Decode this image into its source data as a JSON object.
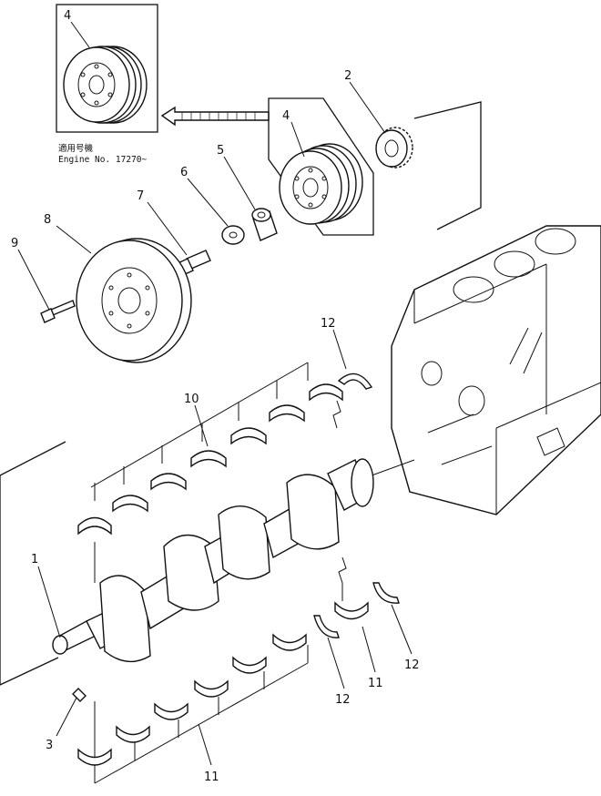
{
  "labels": {
    "p1": "1",
    "p2": "2",
    "p3": "3",
    "p4a": "4",
    "p4b": "4",
    "p5": "5",
    "p6": "6",
    "p7": "7",
    "p8": "8",
    "p9": "9",
    "p10": "10",
    "p11a": "11",
    "p11b": "11",
    "p12a": "12",
    "p12b": "12",
    "p12c": "12"
  },
  "note": {
    "line1": "適用号機",
    "line2": "Engine  No. 17270~"
  }
}
